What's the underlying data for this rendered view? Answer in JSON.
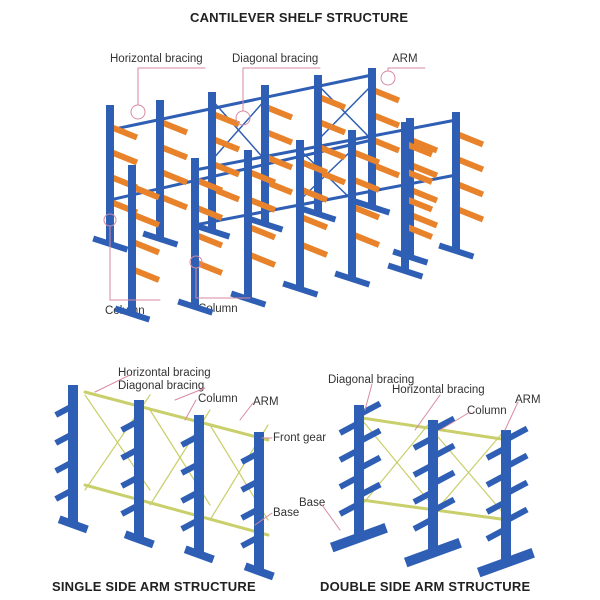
{
  "main_title": "CANTILEVER SHELF STRUCTURE",
  "top": {
    "labels": {
      "horizontal_bracing": "Horizontal bracing",
      "diagonal_bracing": "Diagonal bracing",
      "arm": "ARM",
      "column_left": "Column",
      "column_right": "Column"
    }
  },
  "single": {
    "title": "SINGLE SIDE ARM STRUCTURE",
    "labels": {
      "horizontal_bracing": "Horizontal bracing",
      "diagonal_bracing": "Diagonal bracing",
      "column": "Column",
      "arm": "ARM",
      "front_gear": "Front gear",
      "base": "Base"
    }
  },
  "double": {
    "title": "DOUBLE SIDE ARM STRUCTURE",
    "labels": {
      "diagonal_bracing": "Diagonal bracing",
      "horizontal_bracing": "Horizontal bracing",
      "column": "Column",
      "arm": "ARM",
      "base": "Base"
    }
  },
  "colors": {
    "column_blue": "#2f5fb4",
    "arm_orange": "#e8832b",
    "brace_yellow": "#c9cf6a",
    "leader_pink": "#d78aa0"
  }
}
